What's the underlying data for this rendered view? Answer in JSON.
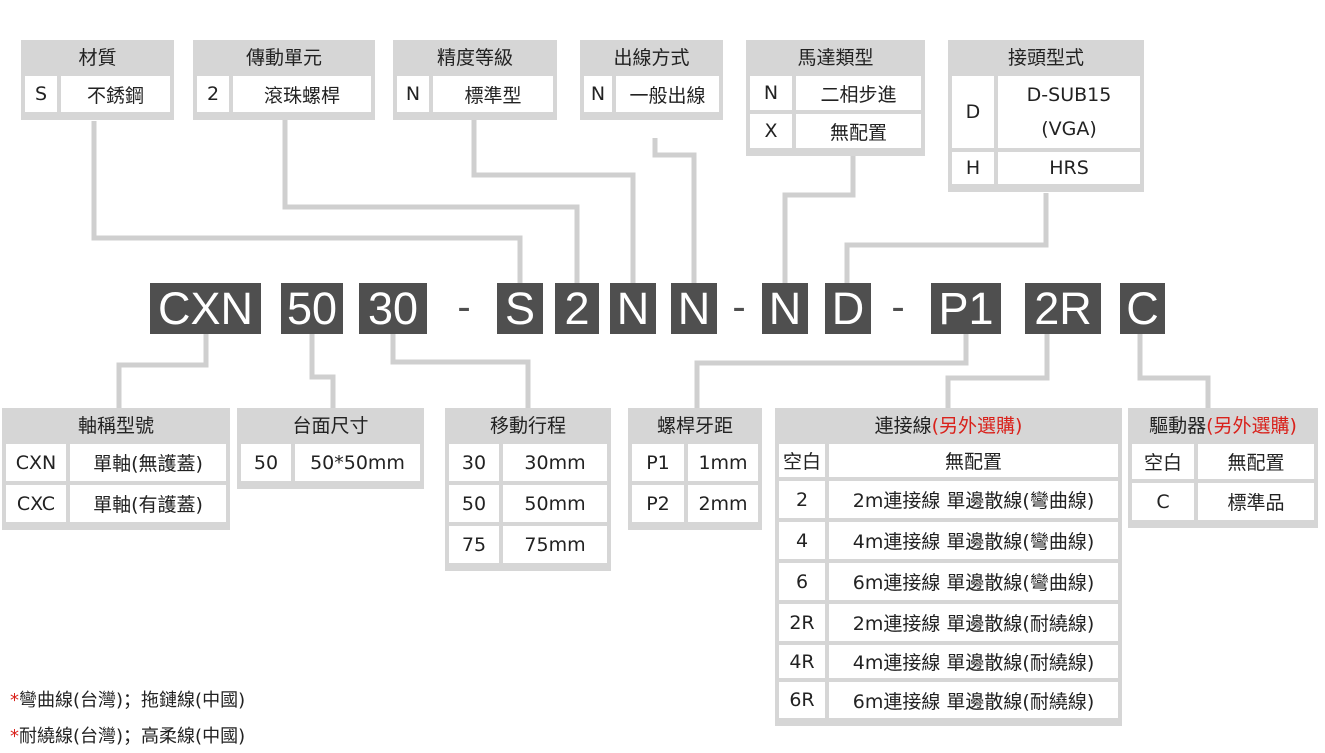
{
  "code_segments": {
    "series": "CXN",
    "size": "50",
    "stroke": "30",
    "dash1": "-",
    "material": "S",
    "transmission": "2",
    "precision": "N",
    "outlet": "N",
    "dash2": "-",
    "motor": "N",
    "connector": "D",
    "dash3": "-",
    "pitch": "P1",
    "cable": "2R",
    "driver": "C"
  },
  "top_boxes": {
    "material": {
      "title": "材質",
      "rows": [
        [
          "S",
          "不銹鋼"
        ]
      ]
    },
    "transmission": {
      "title": "傳動單元",
      "rows": [
        [
          "2",
          "滾珠螺桿"
        ]
      ]
    },
    "precision": {
      "title": "精度等級",
      "rows": [
        [
          "N",
          "標準型"
        ]
      ]
    },
    "outlet": {
      "title": "出線方式",
      "rows": [
        [
          "N",
          "一般出線"
        ]
      ]
    },
    "motor": {
      "title": "馬達類型",
      "rows": [
        [
          "N",
          "二相步進"
        ],
        [
          "X",
          "無配置"
        ]
      ]
    },
    "connector": {
      "title": "接頭型式",
      "rows": [
        [
          "D",
          "D-SUB15",
          "(VGA)"
        ],
        [
          "H",
          "HRS"
        ]
      ]
    }
  },
  "bottom_boxes": {
    "series": {
      "title": "軸稱型號",
      "rows": [
        [
          "CXN",
          "單軸(無護蓋)"
        ],
        [
          "CXC",
          "單軸(有護蓋)"
        ]
      ]
    },
    "size": {
      "title": "台面尺寸",
      "rows": [
        [
          "50",
          "50*50mm"
        ]
      ]
    },
    "stroke": {
      "title": "移動行程",
      "rows": [
        [
          "30",
          "30mm"
        ],
        [
          "50",
          "50mm"
        ],
        [
          "75",
          "75mm"
        ]
      ]
    },
    "pitch": {
      "title": "螺桿牙距",
      "rows": [
        [
          "P1",
          "1mm"
        ],
        [
          "P2",
          "2mm"
        ]
      ]
    },
    "cable": {
      "title": "連接線",
      "title_note": "(另外選購)",
      "rows": [
        [
          "空白",
          "無配置"
        ],
        [
          "2",
          "2m連接線 單邊散線(彎曲線)"
        ],
        [
          "4",
          "4m連接線 單邊散線(彎曲線)"
        ],
        [
          "6",
          "6m連接線 單邊散線(彎曲線)"
        ],
        [
          "2R",
          "2m連接線 單邊散線(耐繞線)"
        ],
        [
          "4R",
          "4m連接線 單邊散線(耐繞線)"
        ],
        [
          "6R",
          "6m連接線 單邊散線(耐繞線)"
        ]
      ]
    },
    "driver": {
      "title": "驅動器",
      "title_note": "(另外選購)",
      "rows": [
        [
          "空白",
          "無配置"
        ],
        [
          "C",
          "標準品"
        ]
      ]
    }
  },
  "notes": [
    {
      "mark": "*",
      "text": "彎曲線(台灣)；拖鏈線(中國)"
    },
    {
      "mark": "*",
      "text": "耐繞線(台灣)；高柔線(中國)"
    }
  ],
  "colors": {
    "code_bg": "#4f4f4f",
    "box_bg": "#d6d6d6",
    "line": "#cfcfcf",
    "accent_red": "#d9221c"
  }
}
